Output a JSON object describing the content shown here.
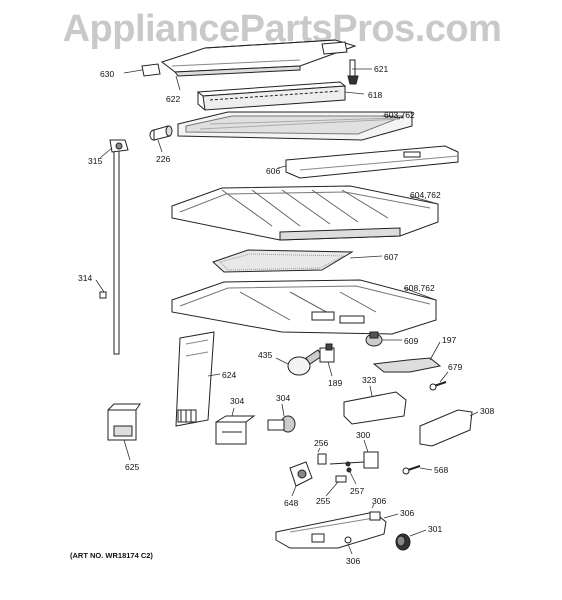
{
  "watermark": "AppliancePartsPros.com",
  "art_number": "(ART NO. WR18174 C2)",
  "callouts": {
    "c630": "630",
    "c622": "622",
    "c621": "621",
    "c618": "618",
    "c603": "603,762",
    "c315": "315",
    "c226": "226",
    "c606": "606",
    "c604": "604,762",
    "c607": "607",
    "c314": "314",
    "c608": "608,762",
    "c609": "609",
    "c197": "197",
    "c435": "435",
    "c624": "624",
    "c189": "189",
    "c323": "323",
    "c679": "679",
    "c304a": "304",
    "c304b": "304",
    "c308": "308",
    "c625": "625",
    "c256": "256",
    "c300": "300",
    "c648": "648",
    "c255": "255",
    "c257": "257",
    "c568": "568",
    "c306a": "306",
    "c306b": "306",
    "c306c": "306",
    "c301": "301"
  }
}
